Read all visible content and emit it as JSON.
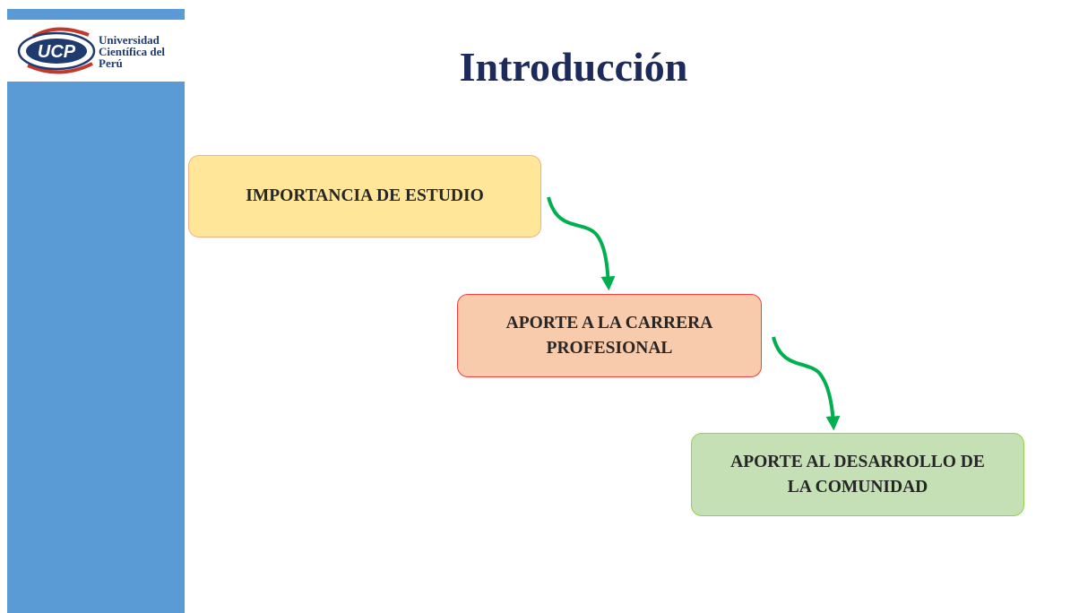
{
  "logo": {
    "abbr": "UCP",
    "name_lines": [
      "Universidad",
      "Científica del",
      "Perú"
    ]
  },
  "title": "Introducción",
  "flow": [
    {
      "lines": [
        "IMPORTANCIA DE ESTUDIO"
      ]
    },
    {
      "lines": [
        "APORTE A LA CARRERA",
        "PROFESIONAL"
      ]
    },
    {
      "lines": [
        "APORTE AL DESARROLLO DE",
        "LA COMUNIDAD"
      ]
    }
  ],
  "colors": {
    "sidebar": "#5b9bd5",
    "title": "#1d2a5c",
    "arrow": "#00b050",
    "box1_fill": "#ffe699",
    "box2_fill": "#f8cbad",
    "box3_fill": "#c5e0b4"
  }
}
